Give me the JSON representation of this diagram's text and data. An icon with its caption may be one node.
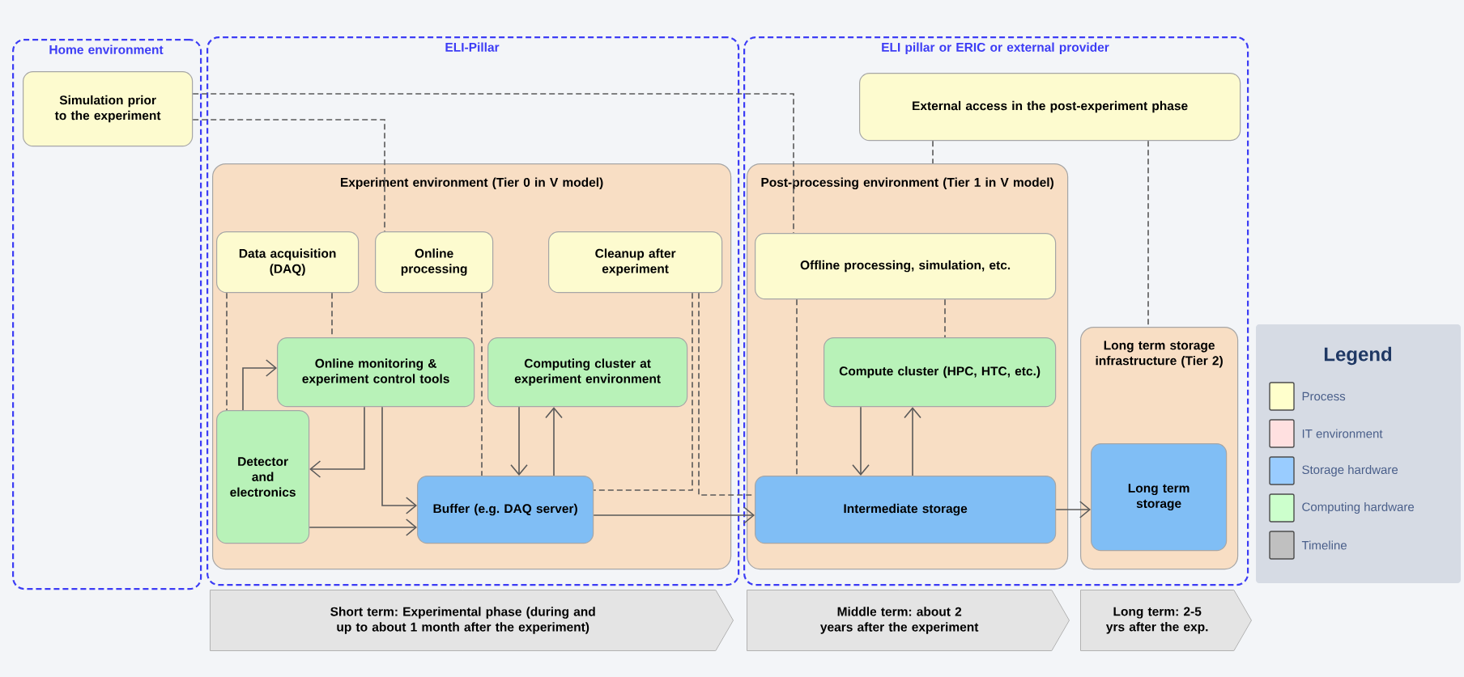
{
  "diagram": {
    "nodes": [
      {
        "text": [
          "Home environment"
        ]
      },
      {
        "text": [
          "ELI-Pillar"
        ]
      },
      {
        "text": [
          "ELI pillar or ERIC or external provider"
        ]
      },
      {
        "text": [
          "Simulation prior to the experiment"
        ],
        "in": 0
      },
      {
        "text": [
          "Experiment environment (Tier 0 in V model)"
        ],
        "in": 1
      },
      {
        "text": [
          "Data acquisition (DAQ)"
        ],
        "in": 4
      },
      {
        "text": [
          "Online processing"
        ],
        "in": 4
      },
      {
        "text": [
          "Cleanup after experiment"
        ],
        "in": 4
      },
      {
        "text": [
          "Online monitoring & experiment control tools"
        ],
        "in": 4
      },
      {
        "text": [
          "Computing cluster at experiment environment"
        ],
        "in": 4
      },
      {
        "text": [
          "Detector and electronics"
        ],
        "in": 4
      },
      {
        "text": [
          "Buffer (e.g. DAQ server)"
        ],
        "in": 4
      },
      {
        "text": [
          "External access in the post-experiment phase"
        ],
        "in": 2
      },
      {
        "text": [
          "Post-processing environment (Tier 1 in V model)"
        ],
        "in": 2
      },
      {
        "text": [
          "Offline processing, simulation, etc."
        ],
        "in": 13
      },
      {
        "text": [
          "Compute cluster (HPC, HTC, etc.)"
        ],
        "in": 13
      },
      {
        "text": [
          "Intermediate storage"
        ],
        "in": 13
      },
      {
        "text": [
          "Long term storage infrastructure (Tier 2)"
        ],
        "in": 2
      },
      {
        "text": [
          "Long term storage"
        ],
        "in": 17
      },
      {
        "text": [
          "Short term: Experimental phase (during and up to about 1 month after the experiment)"
        ]
      },
      {
        "text": [
          "Middle term: about 2 years after the experiment"
        ]
      },
      {
        "text": [
          "Long term: 2-5 yrs after the exp."
        ]
      }
    ],
    "edges": [
      {
        "from": 3,
        "to": 14,
        "arrow": "none",
        "style": "dashed"
      },
      {
        "from": 3,
        "to": 6,
        "arrow": "none",
        "style": "dashed"
      },
      {
        "from": 5,
        "to": 10,
        "arrow": "none",
        "style": "dashed"
      },
      {
        "from": 5,
        "to": 8,
        "arrow": "none",
        "style": "dashed"
      },
      {
        "from": 6,
        "to": 11,
        "arrow": "none",
        "style": "dashed"
      },
      {
        "from": 7,
        "to": 11,
        "arrow": "none",
        "style": "dashed"
      },
      {
        "from": 7,
        "to": 16,
        "arrow": "none",
        "style": "dashed"
      },
      {
        "from": 10,
        "to": 8,
        "arrow": "to"
      },
      {
        "from": 8,
        "to": 10,
        "arrow": "to"
      },
      {
        "from": 8,
        "to": 11,
        "arrow": "to"
      },
      {
        "from": 10,
        "to": 11,
        "arrow": "to"
      },
      {
        "from": 9,
        "to": 11,
        "arrow": "to"
      },
      {
        "from": 11,
        "to": 9,
        "arrow": "to"
      },
      {
        "from": 11,
        "to": 16,
        "arrow": "to"
      },
      {
        "from": 14,
        "to": 16,
        "arrow": "none",
        "style": "dashed"
      },
      {
        "from": 14,
        "to": 15,
        "arrow": "none",
        "style": "dashed"
      },
      {
        "from": 15,
        "to": 16,
        "arrow": "to"
      },
      {
        "from": 16,
        "to": 15,
        "arrow": "to"
      },
      {
        "from": 12,
        "to": 13,
        "arrow": "none",
        "style": "dashed"
      },
      {
        "from": 12,
        "to": 17,
        "arrow": "none",
        "style": "dashed"
      },
      {
        "from": 16,
        "to": 18,
        "arrow": "to"
      }
    ],
    "labels": [
      "Legend"
    ],
    "legend": [
      {
        "text": "Process",
        "color": "#ffffcc"
      },
      {
        "text": "IT environment",
        "color": "#ffe0e0"
      },
      {
        "text": "Storage hardware",
        "color": "#99ccff"
      },
      {
        "text": "Computing hardware",
        "color": "#ccffcc"
      },
      {
        "text": "Timeline",
        "color": "#c0c0c0"
      }
    ]
  }
}
